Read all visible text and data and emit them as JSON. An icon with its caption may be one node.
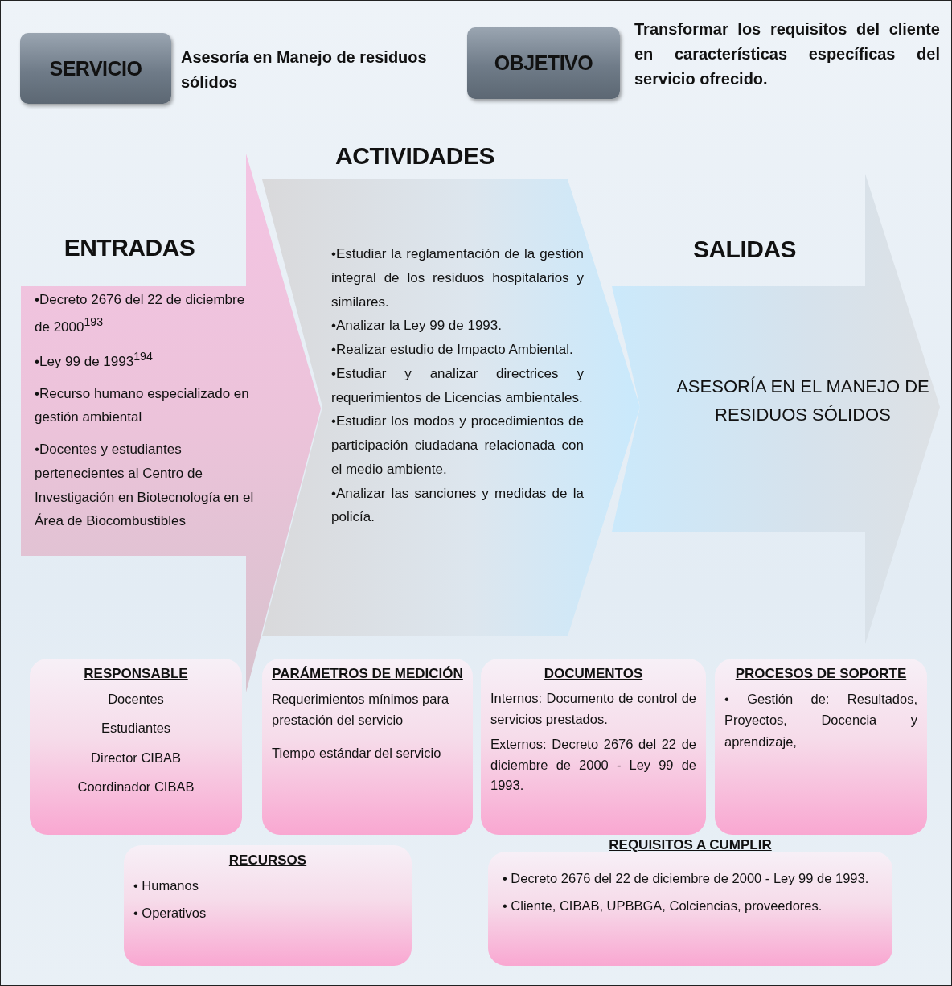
{
  "diagram": {
    "nodes": [
      {
        "text": [
          "SERVICIO"
        ],
        "beside": [
          "Asesoría en Manejo de residuos sólidos"
        ]
      },
      {
        "text": [
          "OBJETIVO"
        ],
        "beside": [
          "Transformar los requisitos del cliente en características específicas del servicio ofrecido."
        ]
      },
      {
        "text": [
          "ENTRADAS",
          "•Decreto 2676 del 22 de diciembre de 2000$^{193}$",
          "•Ley 99 de 1993$^{194}$",
          "•Recurso humano especializado en gestión ambiental",
          "•Docentes y estudiantes pertenecientes al Centro de Investigación en Biotecnología en el Área de Biocombustibles"
        ]
      },
      {
        "text": [
          "ACTIVIDADES",
          "•Estudiar la reglamentación de la gestión integral de los residuos hospitalarios y similares.",
          "•Analizar la Ley 99 de 1993.",
          "•Realizar estudio de Impacto Ambiental.",
          "•Estudiar y analizar directrices y requerimientos de Licencias ambientales.",
          "•Estudiar los modos y procedimientos de participación ciudadana relacionada con el medio ambiente.",
          "•Analizar las sanciones y medidas de la policía."
        ]
      },
      {
        "text": [
          "SALIDAS",
          "ASESORÍA EN EL MANEJO DE RESIDUOS SÓLIDOS"
        ]
      },
      {
        "text": [
          "RESPONSABLE",
          "Docentes",
          "Estudiantes",
          "Director CIBAB",
          "Coordinador CIBAB"
        ]
      },
      {
        "text": [
          "PARÁMETROS DE MEDICIÓN",
          "Requerimientos mínimos para prestación del servicio",
          "Tiempo estándar del servicio"
        ]
      },
      {
        "text": [
          "DOCUMENTOS",
          "Internos: Documento de control de servicios prestados.",
          "Externos: Decreto 2676 del 22 de diciembre de 2000 - Ley 99 de 1993."
        ]
      },
      {
        "text": [
          "PROCESOS DE SOPORTE",
          "• Gestión de: Resultados, Proyectos, Docencia y aprendizaje,"
        ]
      },
      {
        "text": [
          "RECURSOS",
          "• Humanos",
          "• Operativos"
        ]
      },
      {
        "text": [
          "REQUISITOS A CUMPLIR",
          "• Decreto 2676 del 22 de diciembre de 2000 - Ley 99 de 1993.",
          "• Cliente, CIBAB, UPBBGA, Colciencias, proveedores."
        ]
      }
    ]
  }
}
